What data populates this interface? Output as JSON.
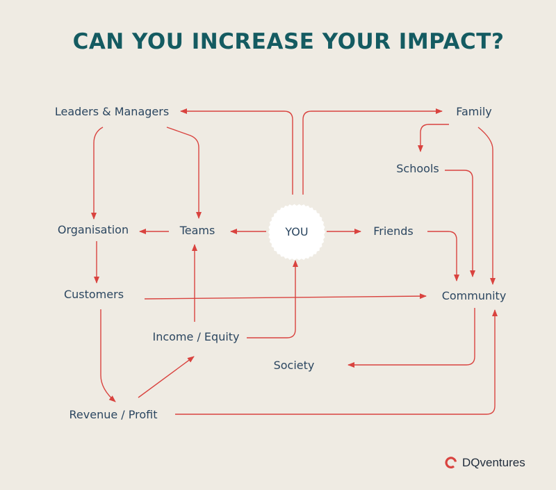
{
  "title": "CAN YOU INCREASE YOUR IMPACT?",
  "colors": {
    "background": "#efebe3",
    "title": "#145b61",
    "label": "#2b4660",
    "arrow": "#d9433f",
    "center_fill": "#ffffff"
  },
  "center": {
    "label": "YOU"
  },
  "nodes": {
    "leaders_managers": "Leaders & Managers",
    "family": "Family",
    "schools": "Schools",
    "organisation": "Organisation",
    "teams": "Teams",
    "friends": "Friends",
    "customers": "Customers",
    "community": "Community",
    "income_equity": "Income / Equity",
    "society": "Society",
    "revenue_profit": "Revenue / Profit"
  },
  "brand": {
    "name": "DQventures",
    "icon": "dq-logo-icon"
  }
}
